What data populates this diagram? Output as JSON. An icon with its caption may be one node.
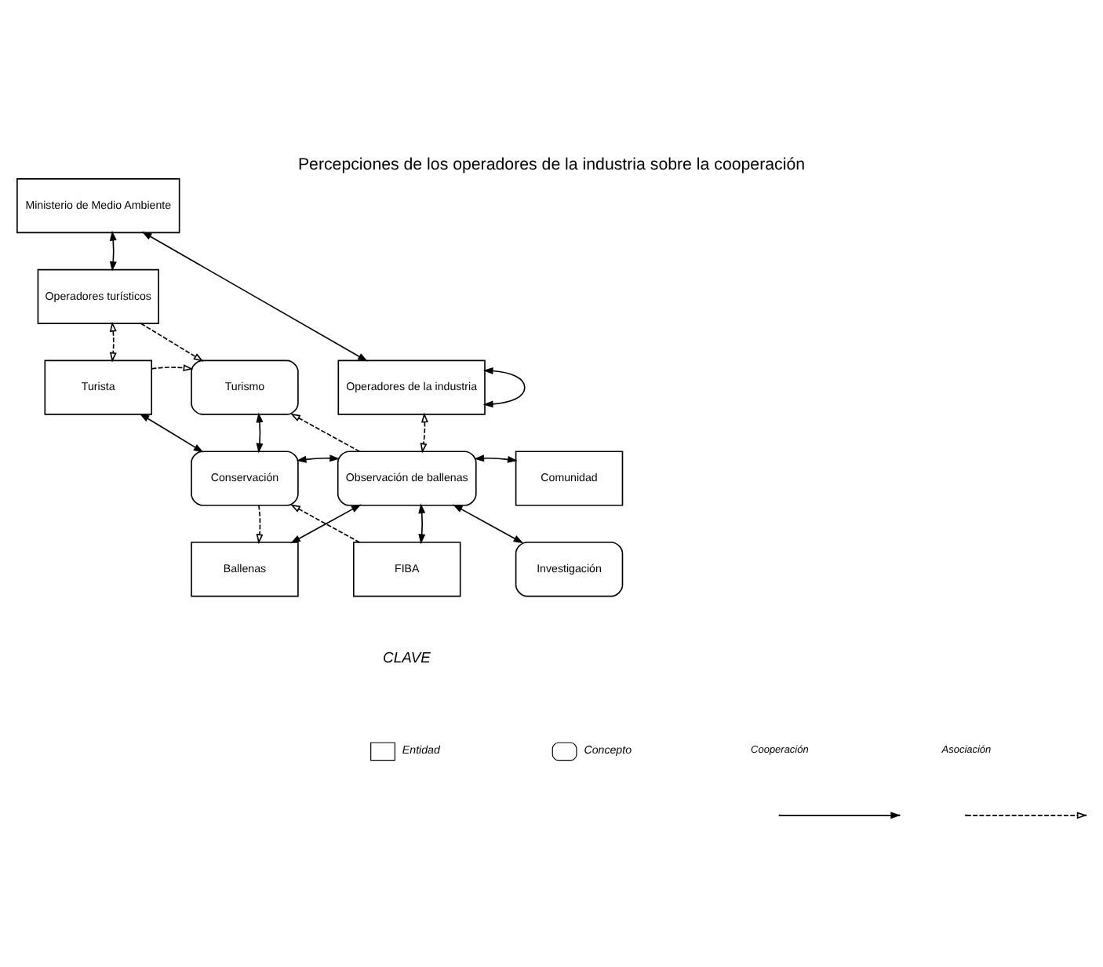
{
  "diagram": {
    "title": "Percepciones de los operadores de la industria sobre la cooperación",
    "nodes": [
      {
        "text": [
          "Ministerio de Medio Ambiente"
        ]
      },
      {
        "text": [
          "Operadores turísticos"
        ]
      },
      {
        "text": [
          "Turismo"
        ]
      },
      {
        "text": [
          "Operadores de la industria"
        ]
      },
      {
        "text": [
          "Turista"
        ]
      },
      {
        "text": [
          "Conservación"
        ]
      },
      {
        "text": [
          "Observación de ballenas"
        ]
      },
      {
        "text": [
          "Comunidad"
        ]
      },
      {
        "text": [
          "Ballenas"
        ]
      },
      {
        "text": [
          "FIBA"
        ]
      },
      {
        "text": [
          "Investigación"
        ]
      }
    ],
    "edges": [
      {
        "from": 0,
        "to": 1,
        "arrow": "both"
      },
      {
        "from": 0,
        "to": 3,
        "arrow": "both"
      },
      {
        "from": 1,
        "to": 2,
        "arrow": "to",
        "style": "dashed"
      },
      {
        "from": 1,
        "to": 4,
        "arrow": "both",
        "style": "dashed"
      },
      {
        "from": 4,
        "to": 2,
        "arrow": "to",
        "style": "dashed"
      },
      {
        "from": 3,
        "to": 3,
        "arrow": "both"
      },
      {
        "from": 6,
        "to": 2,
        "arrow": "to",
        "style": "dashed"
      },
      {
        "from": 3,
        "to": 6,
        "arrow": "both",
        "style": "dashed"
      },
      {
        "from": 2,
        "to": 5,
        "arrow": "both"
      },
      {
        "from": 4,
        "to": 5,
        "arrow": "both"
      },
      {
        "from": 6,
        "to": 5,
        "arrow": "both"
      },
      {
        "from": 6,
        "to": 7,
        "arrow": "both"
      },
      {
        "from": 5,
        "to": 8,
        "arrow": "to",
        "style": "dashed"
      },
      {
        "from": 9,
        "to": 5,
        "arrow": "to",
        "style": "dashed"
      },
      {
        "from": 8,
        "to": 6,
        "arrow": "both"
      },
      {
        "from": 6,
        "to": 9,
        "arrow": "both"
      },
      {
        "from": 6,
        "to": 10,
        "arrow": "both"
      }
    ],
    "labels": [
      "CLAVE"
    ],
    "legend": [
      {
        "text": "Entidad"
      },
      {
        "text": "Concepto"
      },
      {
        "text": "Cooperación"
      },
      {
        "text": "Asociación"
      }
    ]
  }
}
